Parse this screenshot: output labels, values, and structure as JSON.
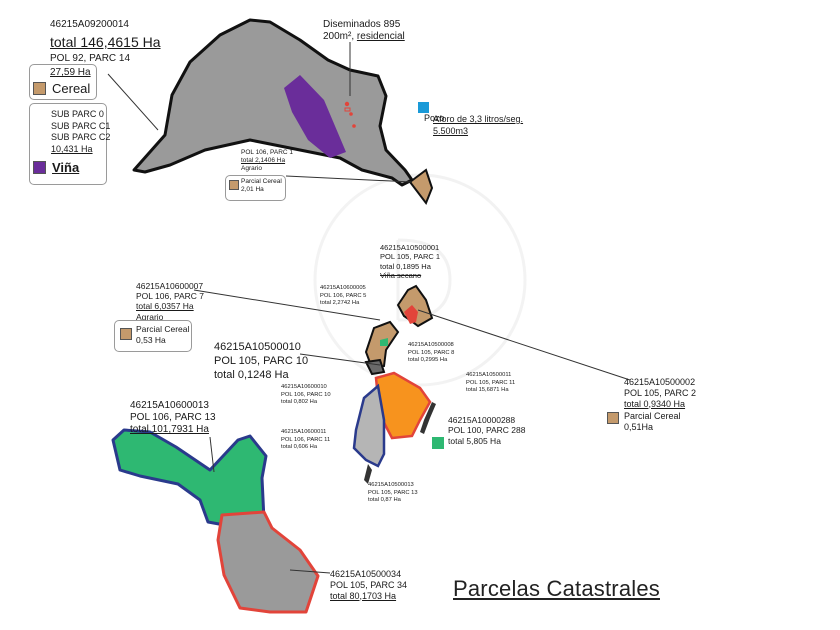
{
  "title": "Parcelas Catastrales",
  "colors": {
    "parcel_gray": "#9a9a9a",
    "vineyard_purple": "#6a2d9a",
    "cereal_tan": "#c49a6c",
    "well_blue": "#1a9ad8",
    "green_parcel": "#2eb872",
    "orange_parcel": "#f7931e",
    "outline_navy": "#2a3a8c",
    "outline_red": "#e2443a"
  },
  "north_parcel": {
    "id": "46215A09200014",
    "total": "total 146,4615 Ha",
    "pol_parc": "POL 92, PARC 14",
    "area": "27,59 Ha",
    "cereal_label": "Cereal",
    "sub_parcels": [
      "SUB PARC 0",
      "SUB PARC C1",
      "SUB PARC C2"
    ],
    "vina_area": "10,431 Ha",
    "vina_label": "Viña"
  },
  "diseminados": {
    "line1": "Diseminados 895",
    "area": "200m²",
    "type": "residencial"
  },
  "pozo": {
    "label": "Pozo",
    "aforo": "Aforo de 3,3 litros/seg.",
    "volume": "5.500m3",
    "icon": "water-well-icon"
  },
  "pol106_parc1": {
    "pol_parc": "POL 106, PARC 1",
    "total": "total 2,1406 Ha",
    "use": "Agrario",
    "cereal": "Parcial Cereal",
    "area": "2,01 Ha"
  },
  "p46215A10500001": {
    "id": "46215A10500001",
    "pol_parc": "POL 105, PARC 1",
    "total": "total 0,1895 Ha",
    "use": "Viña secano"
  },
  "p46215A10600005": {
    "id": "46215A10600005",
    "pol_parc": "POL 106, PARC 5",
    "total": "total 2,2742 Ha"
  },
  "p46215A10600007": {
    "id": "46215A10600007",
    "pol_parc": "POL 106, PARC 7",
    "total": "total 6,0357 Ha",
    "use": "Agrario",
    "cereal": "Parcial Cereal",
    "area": "0,53 Ha"
  },
  "p46215A10500008": {
    "id": "46215A10500008",
    "pol_parc": "POL 105, PARC 8",
    "total": "total 0,2995 Ha"
  },
  "p46215A10500010": {
    "id": "46215A10500010",
    "pol_parc": "POL 105, PARC 10",
    "total": "total 0,1248 Ha"
  },
  "p46215A10600010": {
    "id": "46215A10600010",
    "pol_parc": "POL 106, PARC 10",
    "total": "total 0,802 Ha"
  },
  "p46215A10500011": {
    "id": "46215A10500011",
    "pol_parc": "POL 105, PARC 11",
    "total": "total 15,6871 Ha"
  },
  "p46215A10500002": {
    "id": "46215A10500002",
    "pol_parc": "POL 105, PARC 2",
    "total": "total 0,9340 Ha",
    "cereal": "Parcial Cereal",
    "area": "0,51Ha"
  },
  "p46215A10000288": {
    "id": "46215A10000288",
    "pol_parc": "POL 100, PARC 288",
    "total": "total 5,805 Ha"
  },
  "p46215A10600011": {
    "id": "46215A10600011",
    "pol_parc": "POL 106, PARC 11",
    "total": "total 0,606 Ha"
  },
  "p46215A10600013": {
    "id": "46215A10600013",
    "pol_parc": "POL 106, PARC 13",
    "total": "total 101,7931 Ha"
  },
  "p46215A10500013": {
    "id": "46215A10500013",
    "pol_parc": "POL 105, PARC 13",
    "total": "total 0,87 Ha"
  },
  "p46215A10500034": {
    "id": "46215A10500034",
    "pol_parc": "POL 105, PARC 34",
    "total": "total 80,1703 Ha"
  }
}
